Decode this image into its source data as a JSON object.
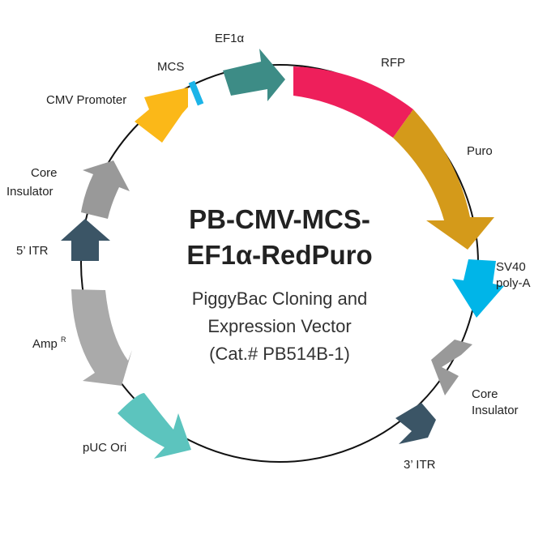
{
  "title": {
    "line1": "PB-CMV-MCS-",
    "line2": "EF1α-RedPuro"
  },
  "subtitle": {
    "line1": "PiggyBac Cloning and",
    "line2": "Expression Vector",
    "line3": "(Cat.# PB514B-1)"
  },
  "features": [
    {
      "key": "ef1a",
      "label": "EF1α",
      "color": "#3d8c86",
      "direction": "clockwise"
    },
    {
      "key": "rfp",
      "label": "RFP",
      "color": "#ee1f5b",
      "direction": "clockwise"
    },
    {
      "key": "puro",
      "label": "Puro",
      "color": "#d49a1a",
      "direction": "clockwise"
    },
    {
      "key": "sv40",
      "label_lines": [
        "SV40",
        "poly-A"
      ],
      "color": "#00b5e8",
      "direction": "clockwise"
    },
    {
      "key": "core-insulator-right",
      "label_lines": [
        "Core",
        "Insulator"
      ],
      "color": "#999999",
      "direction": "counterclockwise"
    },
    {
      "key": "itr-3",
      "label": "3’ ITR",
      "color": "#3b5566",
      "direction": "counterclockwise"
    },
    {
      "key": "puc-ori",
      "label": "pUC Ori",
      "color": "#5cc4be",
      "direction": "counterclockwise"
    },
    {
      "key": "ampr",
      "label": "Amp",
      "label_sup": "R",
      "color": "#aaaaaa",
      "direction": "counterclockwise"
    },
    {
      "key": "itr-5",
      "label": "5’ ITR",
      "color": "#3b5566",
      "direction": "clockwise"
    },
    {
      "key": "core-insulator-left",
      "label_lines": [
        "Core",
        "Insulator"
      ],
      "color": "#999999",
      "direction": "clockwise"
    },
    {
      "key": "cmv",
      "label": "CMV Promoter",
      "color": "#fbb818",
      "direction": "clockwise"
    },
    {
      "key": "mcs",
      "label": "MCS",
      "color": "#1cb4e8",
      "direction": "none"
    }
  ],
  "backbone_color": "#111111"
}
